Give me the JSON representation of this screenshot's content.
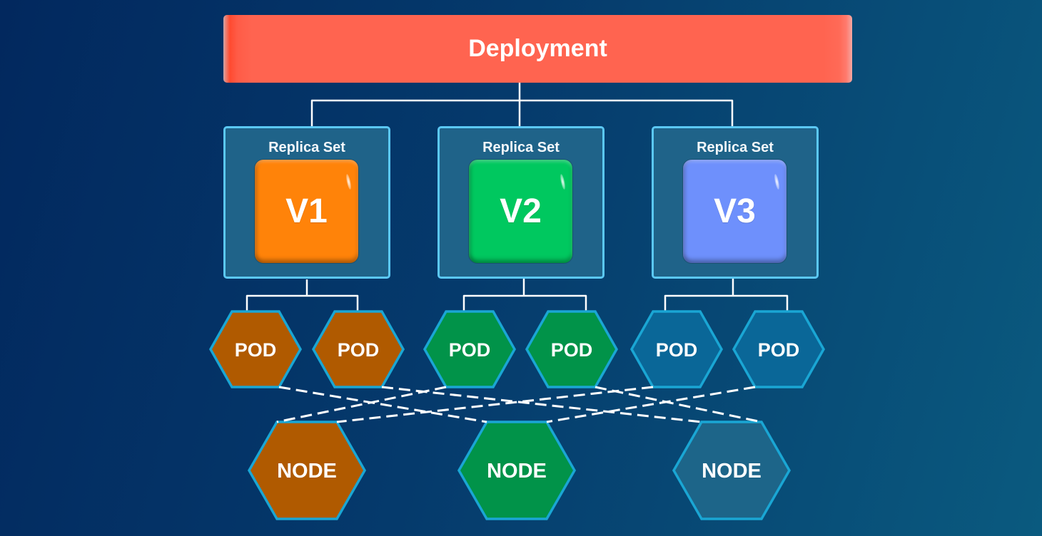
{
  "deployment": {
    "label": "Deployment",
    "color": "#ff6450"
  },
  "replica_sets": [
    {
      "label": "Replica Set",
      "version": "V1",
      "version_color": "#ff8309",
      "pod_color": "#b05a00",
      "pods": [
        {
          "label": "POD"
        },
        {
          "label": "POD"
        }
      ]
    },
    {
      "label": "Replica Set",
      "version": "V2",
      "version_color": "#00c85f",
      "pod_color": "#019349",
      "pods": [
        {
          "label": "POD"
        },
        {
          "label": "POD"
        }
      ]
    },
    {
      "label": "Replica Set",
      "version": "V3",
      "version_color": "#6e90fc",
      "pod_color": "#0a6798",
      "pods": [
        {
          "label": "POD"
        },
        {
          "label": "POD"
        }
      ]
    }
  ],
  "nodes": [
    {
      "label": "NODE",
      "color": "#b05a00"
    },
    {
      "label": "NODE",
      "color": "#019349"
    },
    {
      "label": "NODE",
      "color": "#1d6589"
    }
  ],
  "pod_node_links": [
    {
      "replica_set": 0,
      "pod": 0,
      "node": 1
    },
    {
      "replica_set": 0,
      "pod": 1,
      "node": 2
    },
    {
      "replica_set": 1,
      "pod": 0,
      "node": 0
    },
    {
      "replica_set": 1,
      "pod": 1,
      "node": 2
    },
    {
      "replica_set": 2,
      "pod": 0,
      "node": 0
    },
    {
      "replica_set": 2,
      "pod": 1,
      "node": 1
    }
  ],
  "theme": {
    "background_start": "#02285e",
    "background_end": "#0a5a7f",
    "connector_color": "#ffffff",
    "hex_border_color": "#1aa6d4",
    "replica_box_border": "#5bc8f5",
    "replica_box_fill": "#1f6389"
  }
}
